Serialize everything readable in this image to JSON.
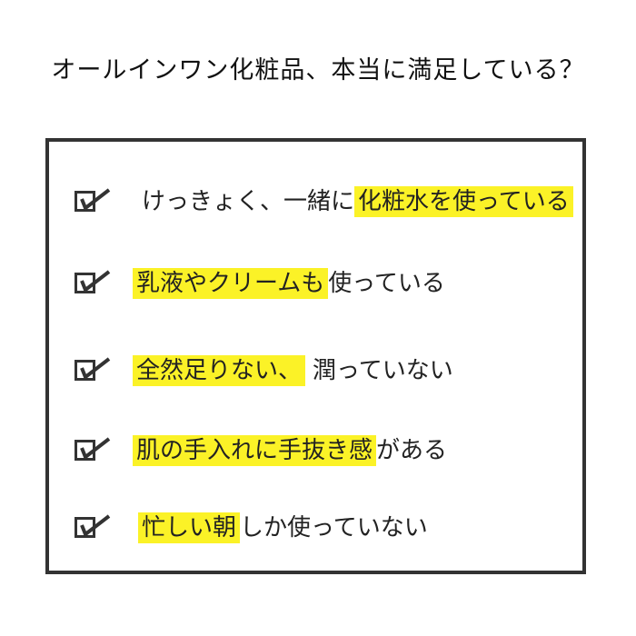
{
  "title": "オールインワン化粧品、本当に満足している？",
  "highlight_color": "#fbf227",
  "checkbox_icon": "checked-box-icon",
  "items": [
    {
      "before": "けっきょく、一緒に",
      "highlight": "化粧水を使っている",
      "after": ""
    },
    {
      "before": "",
      "highlight": "乳液やクリームも",
      "after": "使っている"
    },
    {
      "before": "",
      "highlight": "全然足りない、",
      "after": "潤っていない"
    },
    {
      "before": "",
      "highlight": "肌の手入れに手抜き感",
      "after": "がある"
    },
    {
      "before": "",
      "highlight": "忙しい朝",
      "after": "しか使っていない"
    }
  ]
}
